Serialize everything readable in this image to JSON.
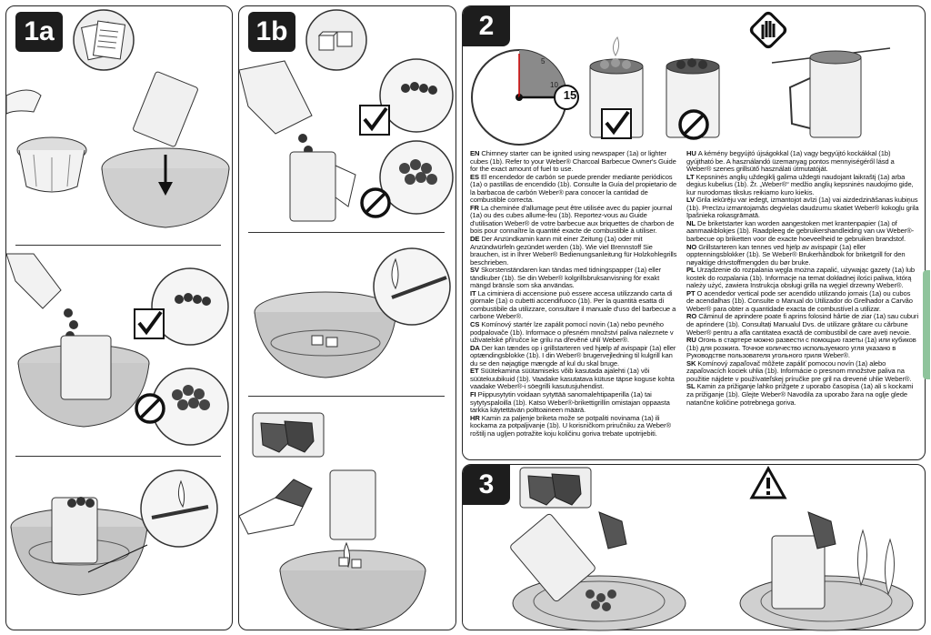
{
  "steps": {
    "s1a": "1a",
    "s1b": "1b",
    "s2": "2",
    "s3": "3"
  },
  "timer": {
    "minutes": "15",
    "tick_5": "5",
    "tick_10": "10"
  },
  "instructions_left": [
    {
      "code": "EN",
      "text": "Chimney starter can be ignited using newspaper (1a) or lighter cubes (1b). Refer to your Weber® Charcoal Barbecue Owner's Guide for the exact amount of fuel to use."
    },
    {
      "code": "ES",
      "text": "El encendedor de carbón se puede prender mediante periódicos (1a) o pastillas de encendido (1b). Consulte la Guía del propietario de la barbacoa de carbón Weber® para conocer la cantidad de combustible correcta."
    },
    {
      "code": "FR",
      "text": "La cheminée d'allumage peut être utilisée avec du papier journal (1a) ou des cubes allume-feu (1b). Reportez-vous au Guide d'utilisation Weber® de votre barbecue aux briquettes de charbon de bois pour connaître la quantité exacte de combustible à utiliser."
    },
    {
      "code": "DE",
      "text": "Der Anzündkamin kann mit einer Zeitung (1a) oder mit Anzündwürfeln gezündet werden (1b). Wie viel Brennstoff Sie brauchen, ist in Ihrer Weber® Bedienungsanleitung für Holzkohlegrills beschrieben."
    },
    {
      "code": "SV",
      "text": "Skorstenständaren kan tändas med tidningspapper (1a) eller tändkuber (1b). Se din Weber® kolgrillsbruksanvisning för exakt mängd bränsle som ska användas."
    },
    {
      "code": "IT",
      "text": "La ciminiera di accensione può essere accesa utilizzando carta di giornale (1a) o cubetti accendifuoco (1b). Per la quantità esatta di combustibile da utilizzare, consultare il manuale d'uso del barbecue a carbone Weber®."
    },
    {
      "code": "CS",
      "text": "Komínový startér lze zapálit pomocí novin (1a) nebo pevného podpalovače (1b). Informace o přesném množství paliva naleznete v uživatelské příručce ke grilu na dřevěné uhlí Weber®."
    },
    {
      "code": "DA",
      "text": "Der kan tændes op i grillstarteren ved hjælp af avispapir (1a) eller optændingsblokke (1b). I din Weber® brugervejledning til kulgrill kan du se den nøjagtige mængde af kul du skal bruge."
    },
    {
      "code": "ET",
      "text": "Süütekamina süütamiseks võib kasutada ajalehti (1a) või süütekuubikuid (1b). Vaadake kasutatava kütuse täpse koguse kohta vaadake Weber®-i söegrilli kasutusjuhendist."
    },
    {
      "code": "FI",
      "text": "Piippusytytin voidaan sytyttää sanomalehtipaperilla (1a) tai sytytyspaloilla (1b). Katso Weber®-brikettigrillin omistajan oppaasta tarkka käytettävän polttoaineen määrä."
    },
    {
      "code": "HR",
      "text": "Kamin za paljenje briketa može se potpaliti novinama (1a) ili kockama za potpaljivanje (1b). U korisničkom priručniku za Weber® roštilj na ugljen potražite koju količinu goriva trebate upotrijebiti."
    }
  ],
  "instructions_right": [
    {
      "code": "HU",
      "text": "A kémény begyújtó újságokkal (1a) vagy begyújtó kockákkal (1b) gyújtható be. A használandó üzemanyag pontos mennyiségéről lásd a Weber® szenes grillsütő használati útmutatóját."
    },
    {
      "code": "LT",
      "text": "Kepsninės anglių uždegiklį galima uždegti naudojant laikraštį (1a) arba degius kubelius (1b). Žr. „Weber®“ medžio anglių kepsninės naudojimo gide, kur nurodomas tikslus reikiamo kuro kiekis."
    },
    {
      "code": "LV",
      "text": "Grila iekūrēju var iedegt, izmantojot avīzi (1a) vai aizdedzināšanas kubiņus (1b). Precīzu izmantojamās degvielas daudzumu skatiet Weber® kokogļu grila īpašnieka rokasgrāmatā."
    },
    {
      "code": "NL",
      "text": "De briketstarter kan worden aangestoken met krantenpapier (1a) of aanmaakblokjes (1b). Raadpleeg de gebruikershandleiding van uw Weber®-barbecue op briketten voor de exacte hoeveelheid te gebruiken brandstof."
    },
    {
      "code": "NO",
      "text": "Grillstarteren kan tennes ved hjelp av avispapir (1a) eller opptenningsblokker (1b). Se Weber® Brukerhåndbok for briketgrill for den nøyaktige drivstoffmengden du bør bruke."
    },
    {
      "code": "PL",
      "text": "Urządzenie do rozpalania węgla można zapalić, używając gazety (1a) lub kostek do rozpalania (1b). Informacje na temat dokładnej ilości paliwa, którą należy użyć, zawiera Instrukcja obsługi grilla na węgiel drzewny Weber®."
    },
    {
      "code": "PT",
      "text": "O acendedor vertical pode ser acendido utilizando jornais (1a) ou cubos de acendalhas (1b). Consulte o Manual do Utilizador do Grelhador a Carvão Weber® para obter a quantidade exacta de combustível a utilizar."
    },
    {
      "code": "RO",
      "text": "Căminul de aprindere poate fi aprins folosind hârtie de ziar (1a) sau cuburi de aprindere (1b). Consultați Manualul Dvs. de utilizare grătare cu cărbune Weber® pentru a afla cantitatea exactă de combustibil de care aveți nevoie."
    },
    {
      "code": "RU",
      "text": "Огонь в стартере можно развести с помощью газеты (1a) или кубиков (1b) для розжига. Точное количество используемого угля указано в Руководстве пользователя угольного гриля Weber®."
    },
    {
      "code": "SK",
      "text": "Komínový zapaľovač môžete zapáliť pomocou novín (1a) alebo zapaľovacích kociek uhlia (1b). Informácie o presnom množstve paliva na použitie nájdete v používateľskej príručke pre gril na drevené uhlie Weber®."
    },
    {
      "code": "SL",
      "text": "Kamin za prižiganje lahko prižgete z uporabo časopisa (1a) ali s kockami za prižiganje (1b). Glejte Weber® Navodila za uporabo žara na oglje glede natančne količine potrebnega goriva."
    }
  ],
  "colors": {
    "badge": "#1d1d1d",
    "timer_fill": "#8a8a8a",
    "tab": "#8fc49c"
  },
  "icons": [
    "newspaper-icon",
    "lighter-cubes-icon",
    "stop-hand-icon",
    "warning-icon",
    "gloves-icon",
    "check-icon",
    "no-icon",
    "timer-icon",
    "match-icon"
  ]
}
